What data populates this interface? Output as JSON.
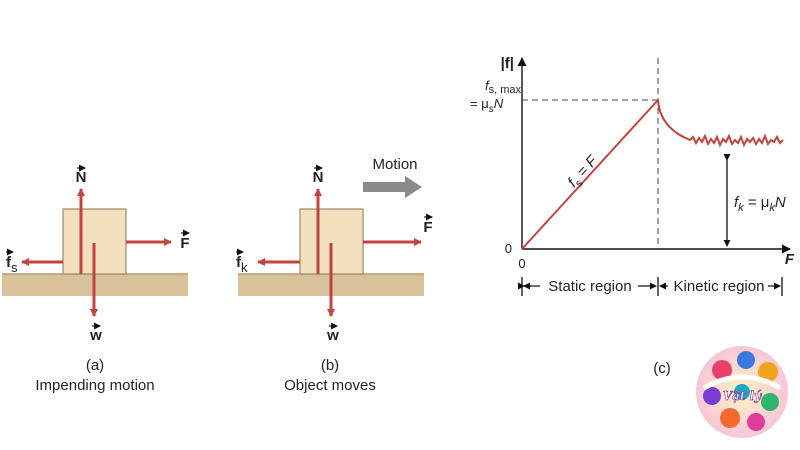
{
  "panels": {
    "a": {
      "tag": "(a)",
      "caption": "Impending motion",
      "forces": {
        "normal": "N",
        "weight": "w",
        "applied": "F",
        "friction": "f",
        "friction_sub": "s"
      }
    },
    "b": {
      "tag": "(b)",
      "caption": "Object moves",
      "motion_label": "Motion",
      "forces": {
        "normal": "N",
        "weight": "w",
        "applied": "F",
        "friction": "f",
        "friction_sub": "k"
      }
    },
    "c": {
      "tag": "(c)",
      "y_axis_label": "|f|",
      "x_axis_label": "F",
      "origin_y": "0",
      "origin_x": "0",
      "fsmax_line1_main": "f",
      "fsmax_line1_sub": "s, max",
      "fsmax_line2_eq": "= μ",
      "fsmax_line2_sub": "s",
      "fsmax_line2_n": "N",
      "static_eq_main": "f",
      "static_eq_sub": "s",
      "static_eq_rest": " = F",
      "kinetic_eq_main": "f",
      "kinetic_eq_sub": "k",
      "kinetic_eq_mid": " = μ",
      "kinetic_eq_sub2": "k",
      "kinetic_eq_n": "N",
      "static_region": "Static region",
      "kinetic_region": "Kinetic region"
    }
  },
  "logo": {
    "text": "Vật lý"
  },
  "colors": {
    "force": "#c1443e",
    "block": "#f4dfbf",
    "ground": "#d9c19a",
    "motion_arrow": "#8a8a8a"
  }
}
